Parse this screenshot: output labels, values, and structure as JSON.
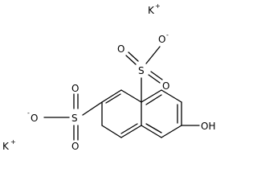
{
  "atoms": {
    "k_top": "K",
    "k_top_charge": "+",
    "k_left": "K",
    "k_left_charge": "+",
    "o_minus_top": "O",
    "o_minus_top_charge": "-",
    "o_minus_left": "O",
    "o_minus_left_charge": "-",
    "s_top": "S",
    "s_left": "S",
    "o_top_a": "O",
    "o_top_b": "O",
    "o_left_a": "O",
    "o_left_b": "O",
    "oh": "OH"
  }
}
